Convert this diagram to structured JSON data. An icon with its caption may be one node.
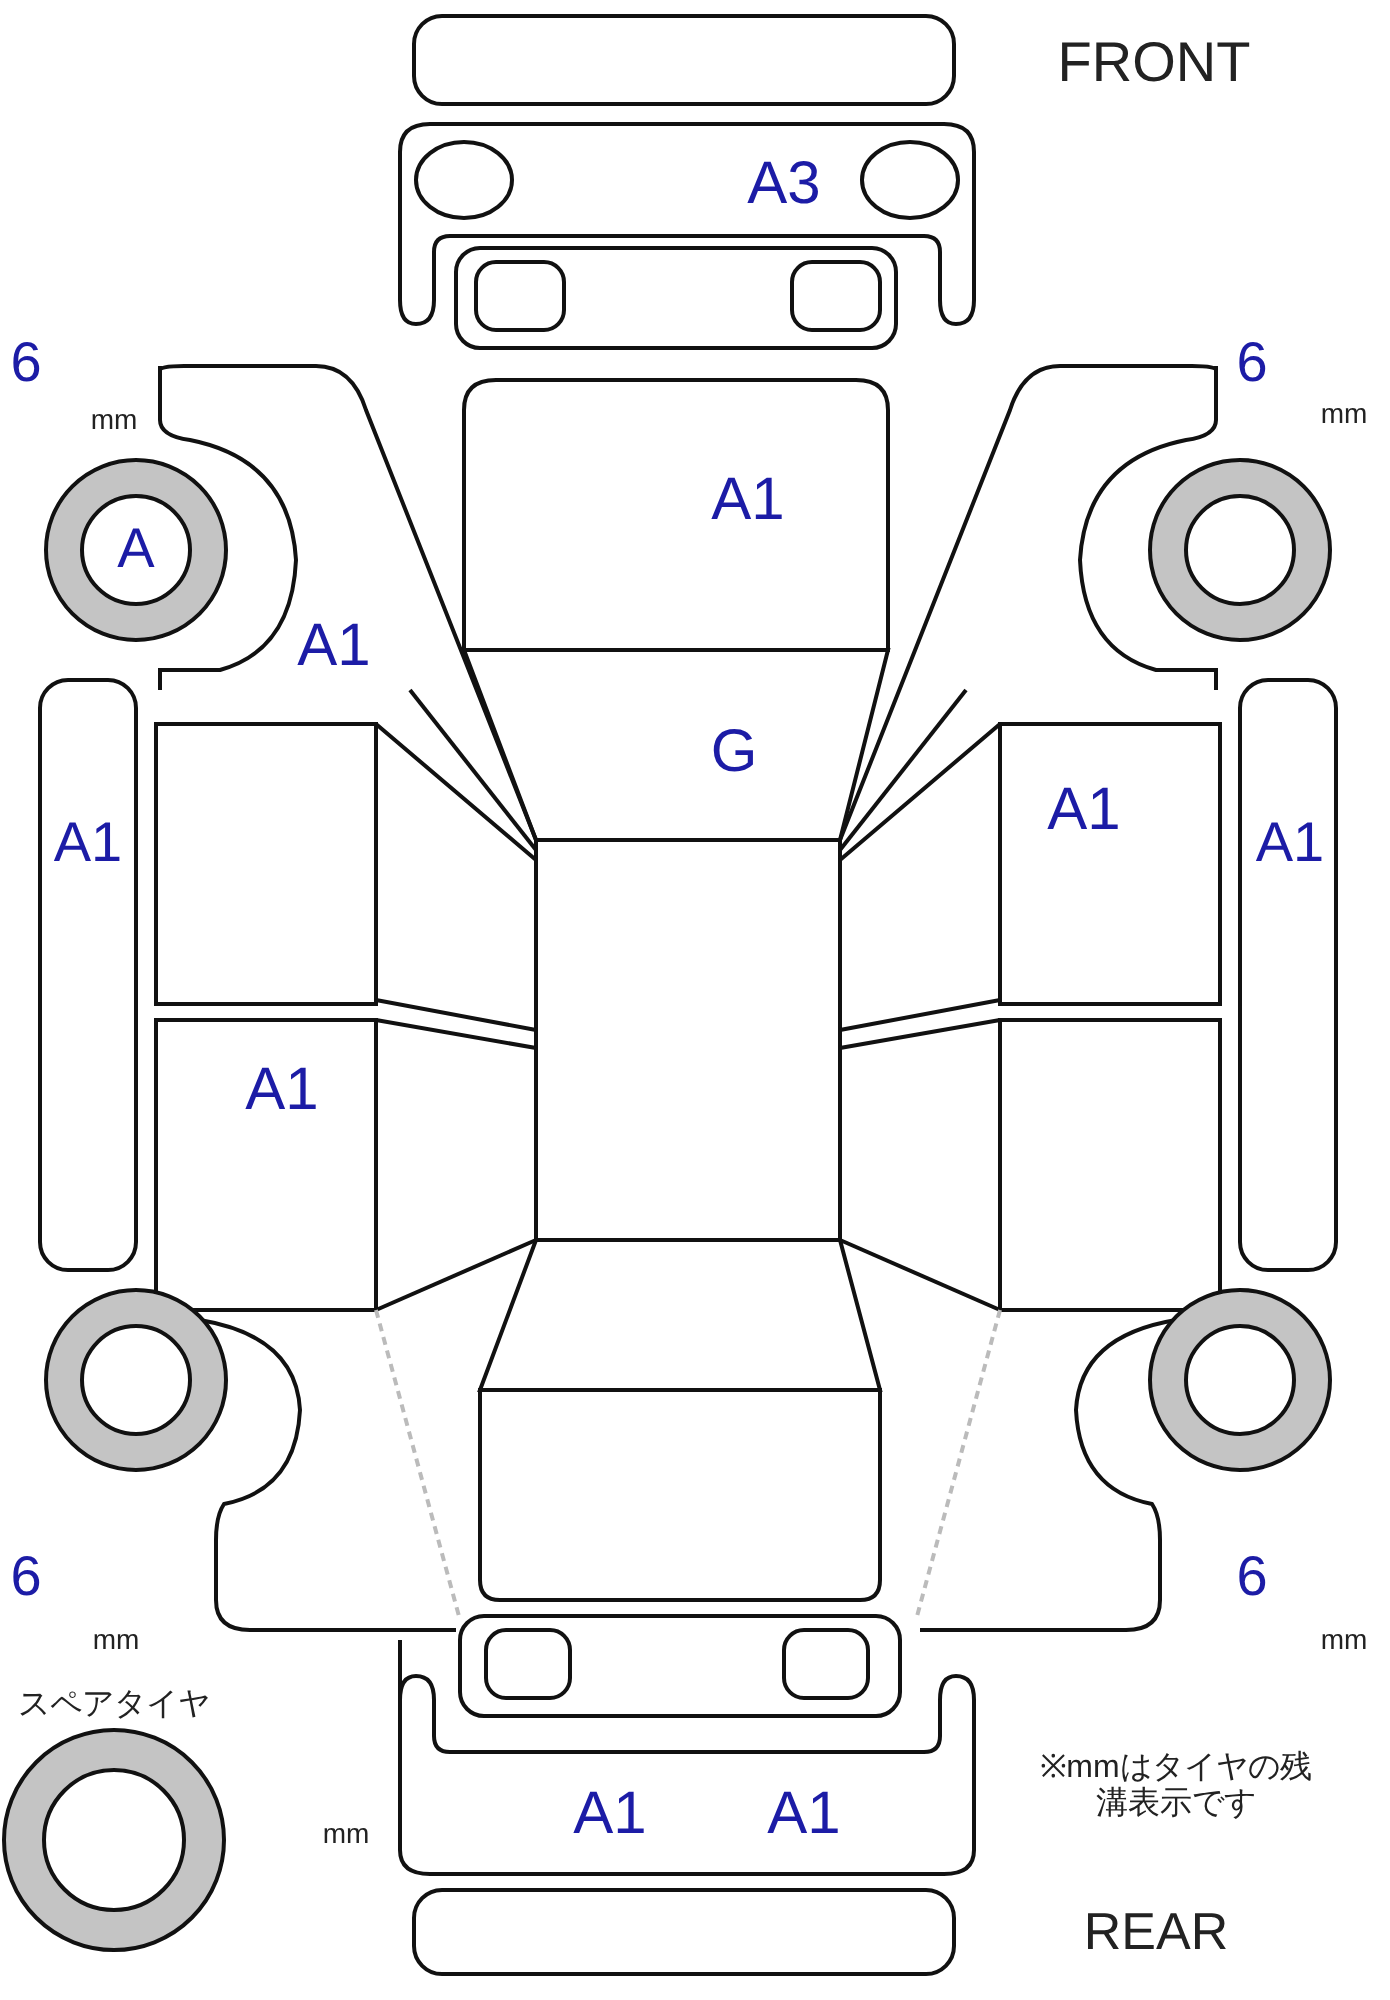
{
  "diagram": {
    "labels": [
      "FRONT",
      "A3",
      "6",
      "6",
      "mm",
      "mm",
      "A1",
      "A",
      "A1",
      "G",
      "A1",
      "A1",
      "A1",
      "A1",
      "6",
      "6",
      "mm",
      "mm",
      "スペアタイヤ",
      "※mmはタイヤの残溝表示です",
      "mm",
      "A1",
      "A1",
      "REAR"
    ]
  }
}
